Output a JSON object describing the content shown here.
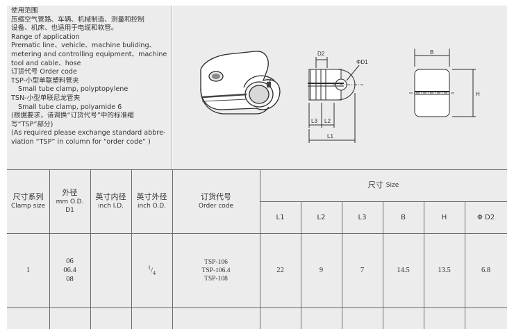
{
  "info": {
    "lines": [
      "使用范围",
      "压缩空气管路、车辆、机械制造、测量和控制",
      "设备、机床、也适用于电缆和软管。",
      "Range of application",
      "Prematic line、vehicle、machine buliding、",
      "metering and controlling equipment、machine",
      "tool and cable、hose",
      "订货代号 Order code",
      "TSP-小型单联塑料管夹",
      "Small tube clamp, polyptopylene",
      "TSN-小型单联尼龙管夹",
      "Small tube clamp, polyamide 6",
      "(根据要求，请调换“订货代号”中的标准缩",
      "写“TSP”部分)",
      "(As required please exchange standard abbre-",
      "viation “TSP” in column for “order code” )"
    ]
  },
  "drawing": {
    "d2": "D2",
    "phi_d1": "ΦD1",
    "l3": "L3",
    "l2": "L2",
    "l1": "L1",
    "b": "B",
    "h": "H"
  },
  "table": {
    "headers": {
      "clamp_zh": "尺寸系列",
      "clamp_en": "Clamp size",
      "od_zh": "外径",
      "od_en1": "mm O.D.",
      "od_en2": "D1",
      "inch_id_zh": "英寸内径",
      "inch_id_en": "inch I.D.",
      "inch_od_zh": "英寸外径",
      "inch_od_en": "inch O.D.",
      "code_zh": "订货代号",
      "code_en": "Order code",
      "size_zh": "尺寸",
      "size_en": "Size",
      "l1": "L1",
      "l2": "L2",
      "l3": "L3",
      "b": "B",
      "h": "H",
      "d2": "Φ D2"
    },
    "row": {
      "clamp": "1",
      "od": [
        "06",
        "06.4",
        "08"
      ],
      "inch_id": "",
      "inch_od_num": "1",
      "inch_od_den": "4",
      "codes": [
        "TSP-106",
        "TSP-106.4",
        "TSP-108"
      ],
      "l1": "22",
      "l2": "9",
      "l3": "7",
      "b": "14.5",
      "h": "13.5",
      "d2": "6.8"
    }
  }
}
